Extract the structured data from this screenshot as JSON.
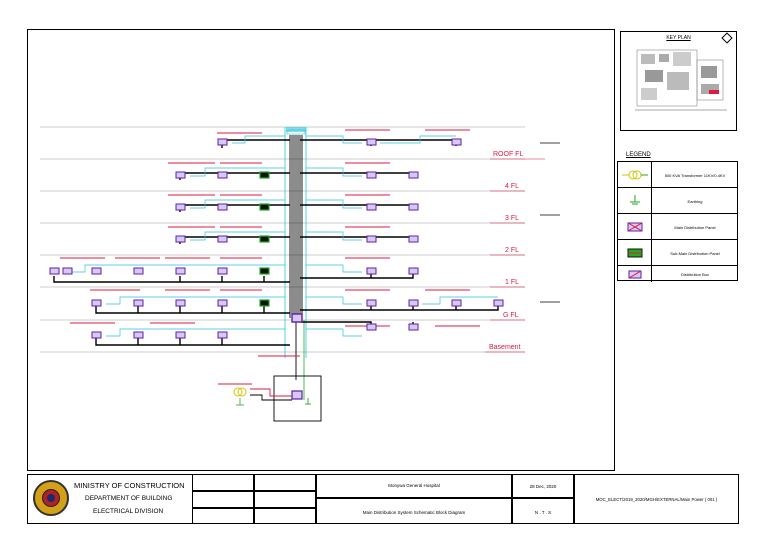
{
  "key_plan": {
    "title": "KEY PLAN"
  },
  "legend": {
    "title": "LEGEND",
    "items": [
      {
        "label": "500 KVA Transformer 11KV/0.4KV",
        "icon": "transformer-icon"
      },
      {
        "label": "Earthing",
        "icon": "earthing-icon"
      },
      {
        "label": "Main Distribution Panel",
        "icon": "main-distribution-panel-icon"
      },
      {
        "label": "Sub-Main Distribution Panel",
        "icon": "sub-main-distribution-panel-icon"
      },
      {
        "label": "Distribution Box",
        "icon": "distribution-box-icon"
      }
    ]
  },
  "floors": [
    "ROOF FL",
    "4 FL",
    "3 FL",
    "2 FL",
    "1 FL",
    "G FL",
    "Basement"
  ],
  "title_block": {
    "ministry": "MINISTRY OF CONSTRUCTION",
    "department": "DEPARTMENT OF BUILDING",
    "division": "ELECTRICAL DIVISION",
    "project": "Monywa General Hospital",
    "title": "Main Distribution System Schematic Block Diagram",
    "date": "28 Dec, 2020",
    "scale": "N . T . S",
    "dwg_no": "MOC_ELECT/2019_2020/MGH/EXTERNAL/Main Power ( 001 )"
  },
  "colors": {
    "floor_label": "#e0193f",
    "cable_cyan": "#2bc4e0",
    "db_purple": "#5a1fa8",
    "db_fill": "#d9c8f5",
    "earth_green": "#22aa22"
  }
}
